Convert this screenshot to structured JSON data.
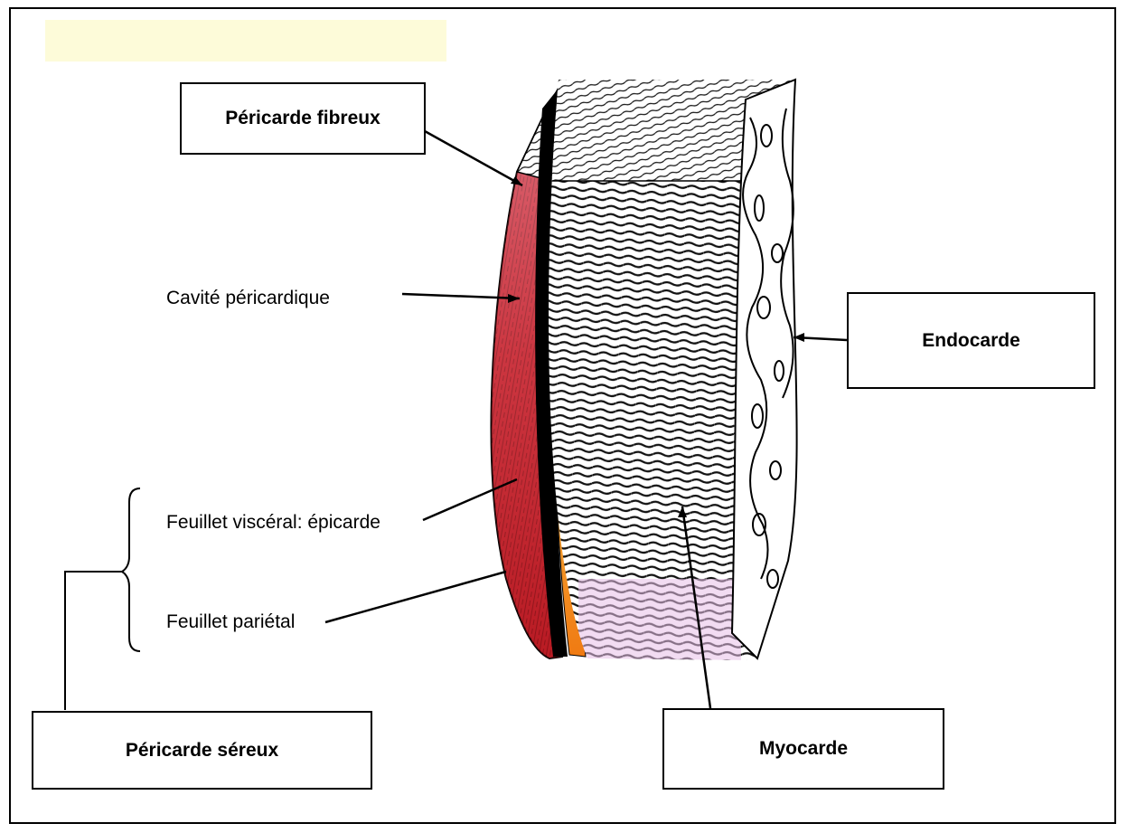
{
  "labels": {
    "pericarde_fibreux": "Péricarde fibreux",
    "cavite_pericardique": "Cavité péricardique",
    "endocarde": "Endocarde",
    "feuillet_visceral": "Feuillet viscéral: épicarde",
    "feuillet_parietal": "Feuillet pariétal",
    "pericarde_sereux": "Péricarde séreux",
    "myocarde": "Myocarde"
  },
  "colors": {
    "highlight_band": "#fdfbd9",
    "pericardial_red": "#c4232b",
    "pericardial_pink": "#e88a9a",
    "epicardium_orange": "#f07a12",
    "cavity_black": "#000000",
    "cream": "#fbe9a6",
    "myocardium_pink": "#e7c0e8"
  }
}
